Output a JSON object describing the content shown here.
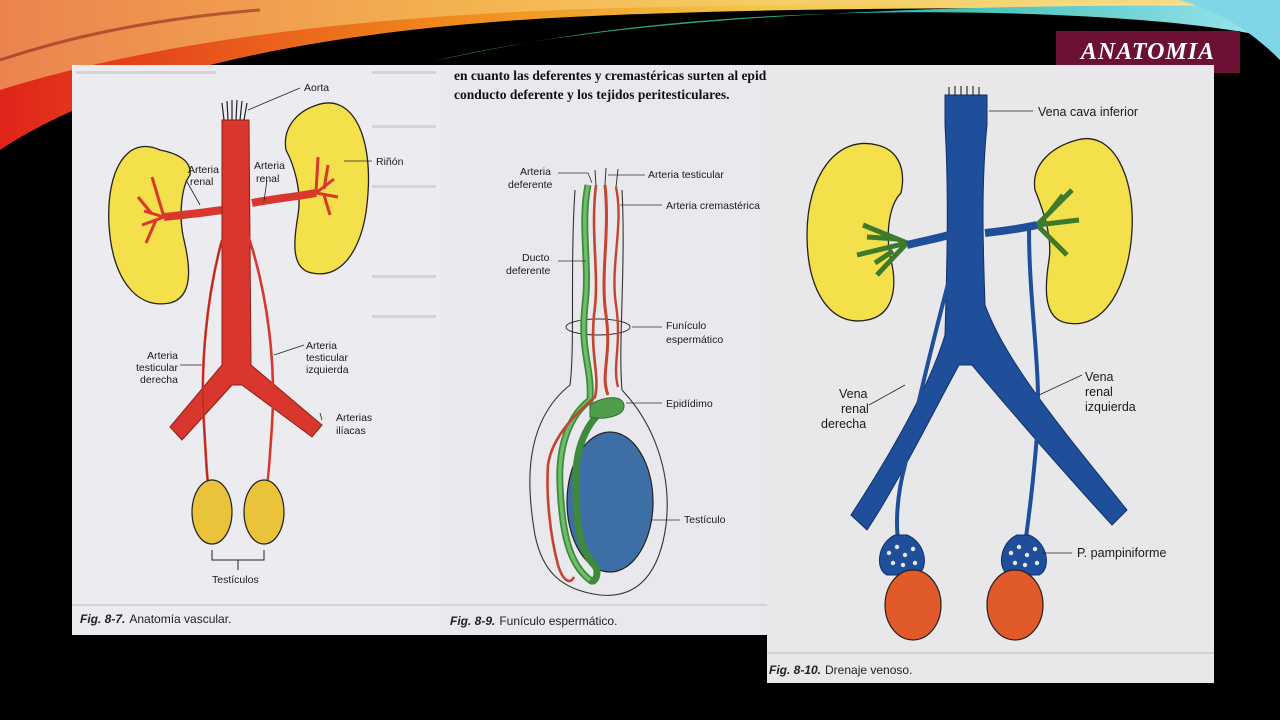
{
  "slide": {
    "title": "ANATOMIA"
  },
  "colors": {
    "artery": "#d9372d",
    "vein": "#1f4e9a",
    "kidney": "#f4e04a",
    "testis_fig7": "#e9c43a",
    "testis_fig10": "#e05a2a",
    "vas": "#4f9e4c",
    "testis_fig9": "#3d6fa6",
    "badge": "#6d1036"
  },
  "fig7": {
    "caption_num": "Fig. 8-7.",
    "caption_text": "Anatomía vascular.",
    "labels": {
      "aorta": "Aorta",
      "rinon": "Riñón",
      "arteria_renal_left_l1": "Arteria",
      "arteria_renal_left_l2": "renal",
      "arteria_renal_right_l1": "Arteria",
      "arteria_renal_right_l2": "renal",
      "testicular_derecha_l1": "Arteria",
      "testicular_derecha_l2": "testicular",
      "testicular_derecha_l3": "derecha",
      "testicular_izquierda_l1": "Arteria",
      "testicular_izquierda_l2": "testicular",
      "testicular_izquierda_l3": "izquierda",
      "iliacas_l1": "Arterias",
      "iliacas_l2": "ilíacas",
      "testiculos": "Testículos"
    }
  },
  "fig9": {
    "header_l1": "en cuanto las deferentes y cremastéricas surten al epidi",
    "header_l2": "conducto deferente y los tejidos peritesticulares.",
    "caption_num": "Fig. 8-9.",
    "caption_text": "Funículo espermático.",
    "labels": {
      "arteria_deferente_l1": "Arteria",
      "arteria_deferente_l2": "deferente",
      "arteria_testicular": "Arteria testicular",
      "arteria_cremasterica": "Arteria cremastérica",
      "ducto_deferente_l1": "Ducto",
      "ducto_deferente_l2": "deferente",
      "funiculo_l1": "Funículo",
      "funiculo_l2": "espermático",
      "epididimo": "Epidídimo",
      "testiculo": "Testículo"
    }
  },
  "fig10": {
    "caption_num": "Fig. 8-10.",
    "caption_text": "Drenaje venoso.",
    "labels": {
      "vena_cava": "Vena cava inferior",
      "renal_derecha_l1": "Vena",
      "renal_derecha_l2": "renal",
      "renal_derecha_l3": "derecha",
      "renal_izquierda_l1": "Vena",
      "renal_izquierda_l2": "renal",
      "renal_izquierda_l3": "izquierda",
      "pampiniforme": "P. pampiniforme"
    }
  }
}
